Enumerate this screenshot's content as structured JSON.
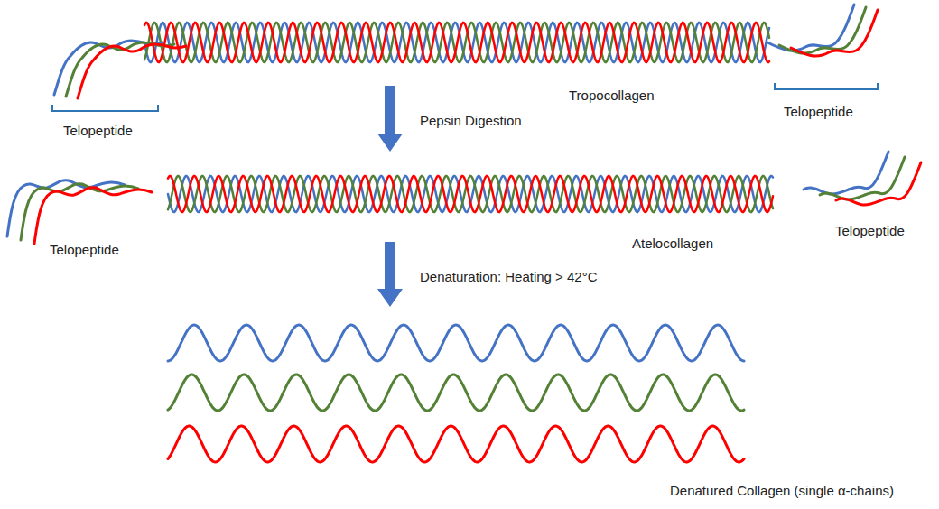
{
  "diagram": {
    "labels": [
      "Tropocollagen",
      "Telopeptide",
      "Pepsin Digestion",
      "Telopeptide",
      "Telopeptide",
      "Atelocollagen",
      "Telopeptide",
      "Denaturation: Heating > 42°C",
      "Denatured Collagen (single α-chains)"
    ]
  }
}
